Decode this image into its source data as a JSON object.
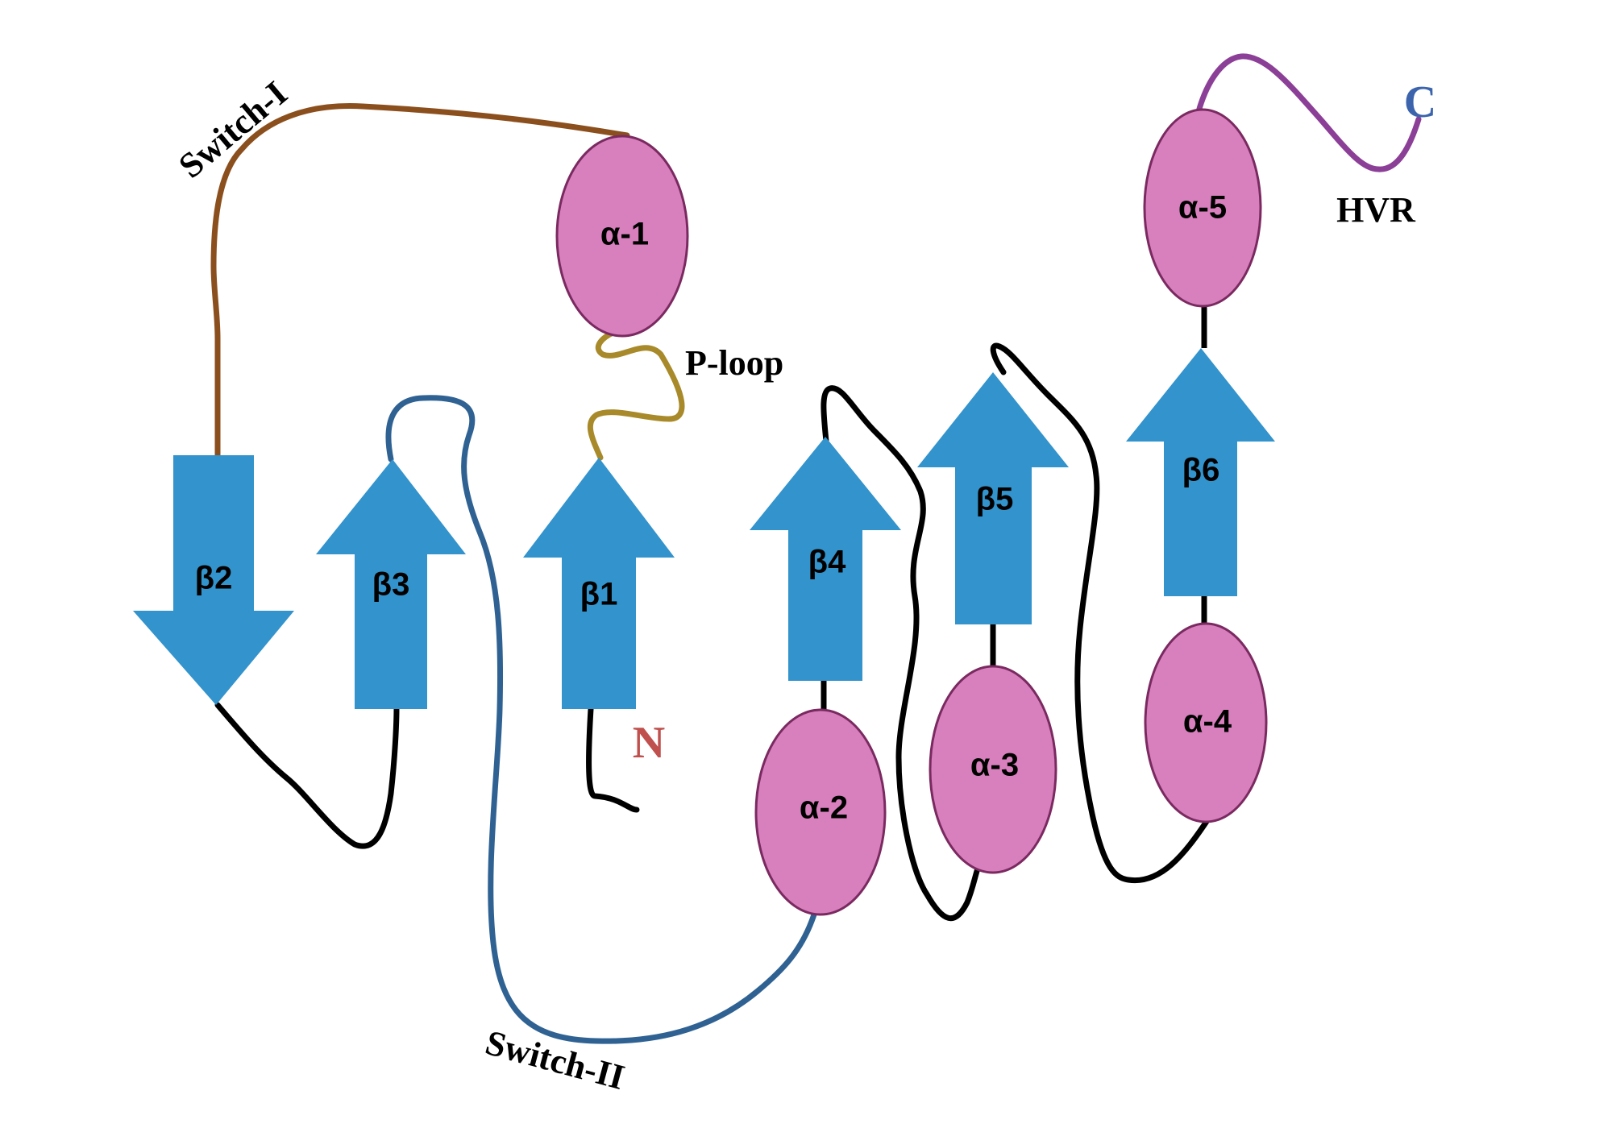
{
  "colors": {
    "strand": "#3393cc",
    "helix_fill": "#d880bd",
    "helix_stroke": "#7a2a60",
    "loop": "#000000",
    "switch1": "#8b4f1e",
    "switch2": "#2f6292",
    "ploop": "#a88a2a",
    "hvr": "#8b3f96",
    "n_term": "#c0504d",
    "c_term": "#3b64ad"
  },
  "strands": {
    "b1": "β1",
    "b2": "β2",
    "b3": "β3",
    "b4": "β4",
    "b5": "β5",
    "b6": "β6"
  },
  "helices": {
    "a1": "α-1",
    "a2": "α-2",
    "a3": "α-3",
    "a4": "α-4",
    "a5": "α-5"
  },
  "regions": {
    "switch1": "Switch-I",
    "switch2": "Switch-II",
    "ploop": "P-loop",
    "hvr": "HVR"
  },
  "termini": {
    "n": "N",
    "c": "C"
  }
}
